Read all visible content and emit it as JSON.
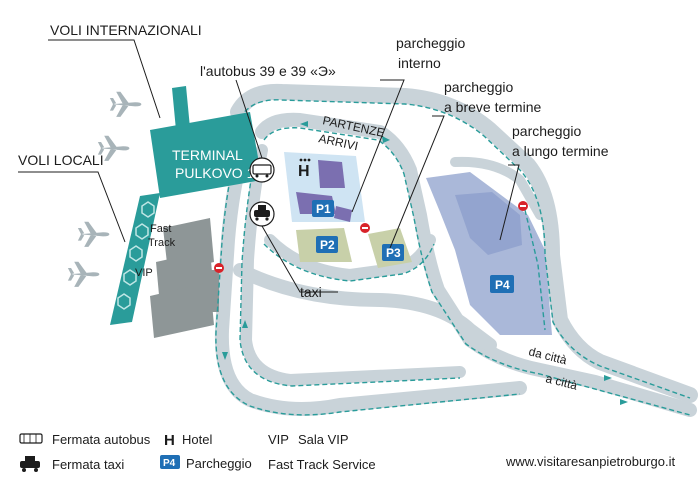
{
  "labels": {
    "voli_internazionali": "VOLI INTERNAZIONALI",
    "voli_locali": "VOLI LOCALI",
    "bus": "l'autobus 39 e 39 «Э»",
    "park_internal_1": "parcheggio",
    "park_internal_2": "interno",
    "park_short_1": "parcheggio",
    "park_short_2": "a breve termine",
    "park_long_1": "parcheggio",
    "park_long_2": "a lungo termine",
    "taxi": "taxi",
    "terminal_1": "TERMINAL",
    "terminal_2": "PULKOVO 1",
    "partenze": "PARTENZE",
    "arrivi": "ARRIVI",
    "fast_1": "Fast",
    "fast_2": "Track",
    "vip": "VIP",
    "da_citta": "da città",
    "a_citta": "a città",
    "hotel_glyph": "H",
    "p1": "P1",
    "p2": "P2",
    "p3": "P3",
    "p4": "P4"
  },
  "legend": {
    "bus_stop": "Fermata autobus",
    "taxi_stop": "Fermata taxi",
    "hotel": "Hotel",
    "parking": "Parcheggio",
    "vip_code": "VIP",
    "vip_label": "Sala VIP",
    "fast_track": "Fast Track Service",
    "parking_badge": "P4",
    "hotel_glyph": "H"
  },
  "website": "www.visitaresanpietroburgo.it",
  "colors": {
    "road": "#c9d3d9",
    "terminal": "#2a9c9a",
    "parking_badge": "#1f6fb5",
    "long_term_area": "#aab8d9",
    "grey_area": "#8e9697",
    "green_area": "#c8d0a9",
    "light_blue_area": "#cfe4f3",
    "route_line": "#2a9c9a",
    "no_entry": "#d8232a"
  }
}
